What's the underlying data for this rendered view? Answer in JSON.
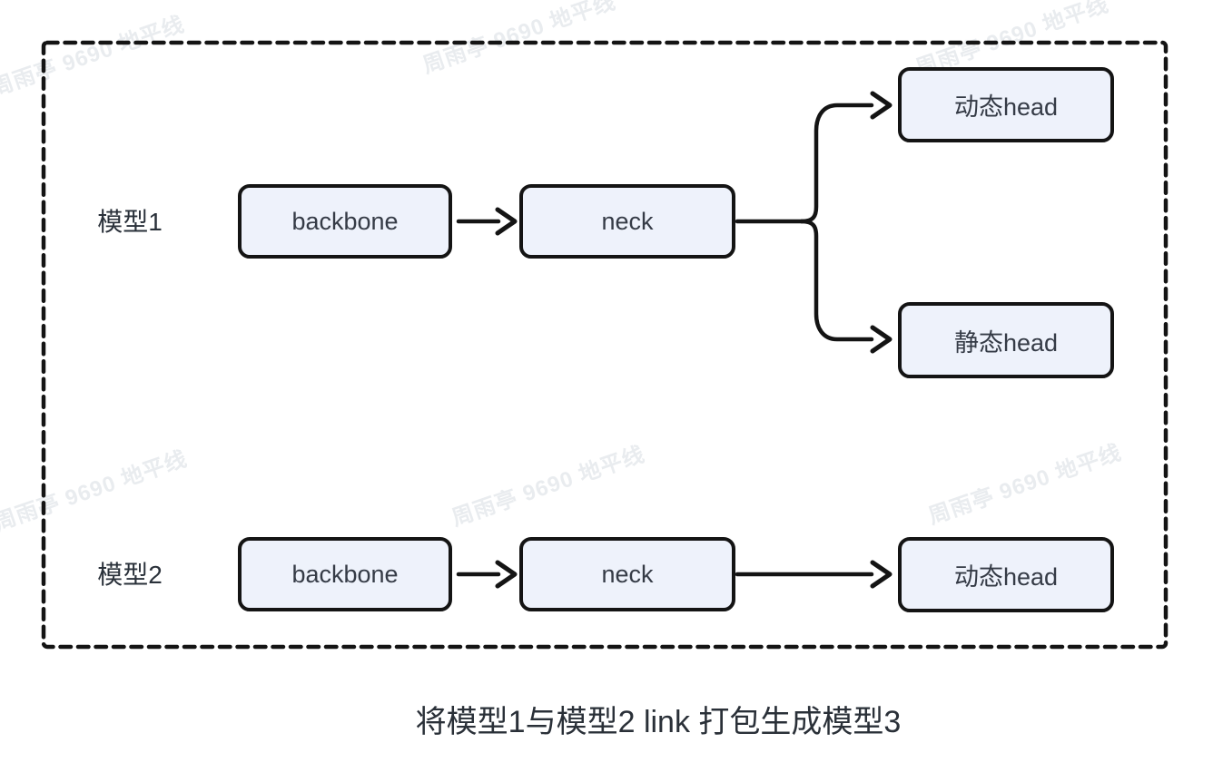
{
  "diagram": {
    "caption": "将模型1与模型2 link 打包生成模型3",
    "watermark_text": "周雨亭 9690 地平线",
    "colors": {
      "box_fill": "#eef2fb",
      "box_border": "#141414",
      "connector": "#141414",
      "box_text": "#353b46",
      "row_label_text": "#2a313a",
      "caption_text": "#2a3038",
      "watermark": "#e9ecef"
    },
    "rows": [
      {
        "label": "模型1"
      },
      {
        "label": "模型2"
      }
    ],
    "nodes": {
      "m1_backbone": "backbone",
      "m1_neck": "neck",
      "m1_dynamic_head": "动态head",
      "m1_static_head": "静态head",
      "m2_backbone": "backbone",
      "m2_neck": "neck",
      "m2_dynamic_head": "动态head"
    }
  }
}
